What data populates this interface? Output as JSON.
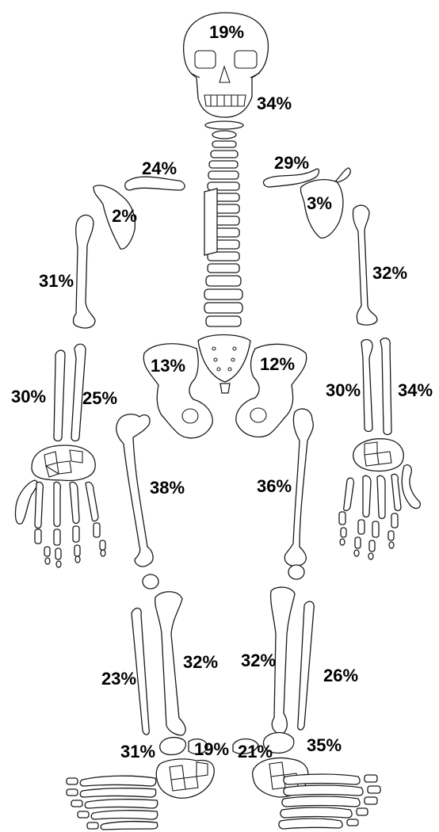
{
  "labels": {
    "skull": "19%",
    "mandible": "34%",
    "right_clavicle": "24%",
    "left_clavicle": "29%",
    "right_scapula": "2%",
    "left_scapula": "3%",
    "right_humerus": "31%",
    "left_humerus": "32%",
    "right_os_coxae": "13%",
    "left_os_coxae": "12%",
    "right_radius": "30%",
    "right_ulna": "25%",
    "left_radius": "30%",
    "left_ulna": "34%",
    "right_femur": "38%",
    "left_femur": "36%",
    "right_fibula": "23%",
    "right_tibia": "32%",
    "left_tibia": "32%",
    "left_fibula": "26%",
    "right_calcaneus": "31%",
    "right_talus": "19%",
    "left_talus": "21%",
    "left_calcaneus": "35%"
  },
  "colors": {
    "outline": "#1a1a1a",
    "bone_fill": "#ffffff",
    "label": "#000000"
  }
}
